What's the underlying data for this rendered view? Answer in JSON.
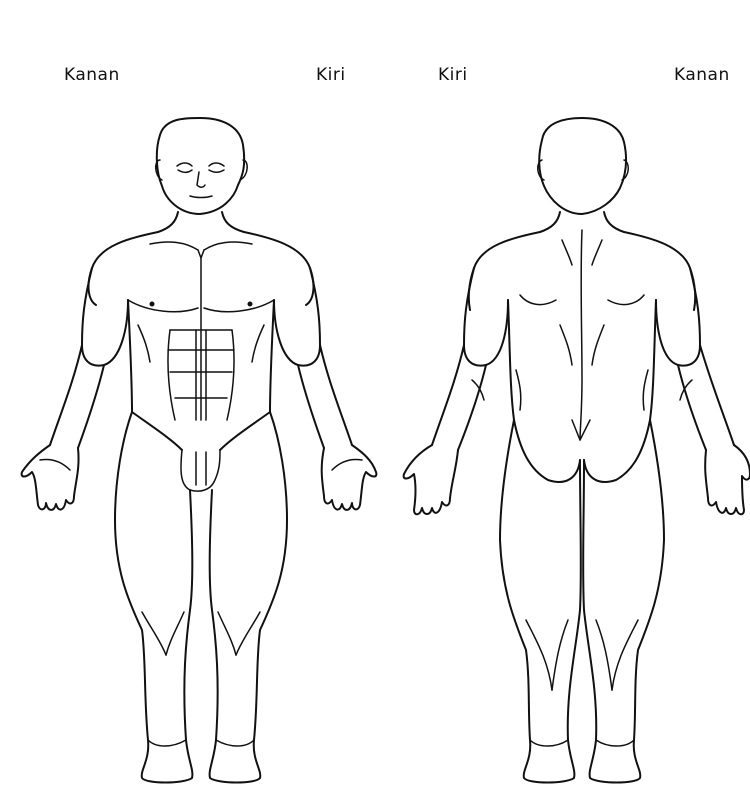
{
  "labels": {
    "front_right": "Kanan",
    "front_left": "Kiri",
    "back_left": "Kiri",
    "back_right": "Kanan"
  },
  "colors": {
    "line": "#111111",
    "background": "#ffffff"
  }
}
